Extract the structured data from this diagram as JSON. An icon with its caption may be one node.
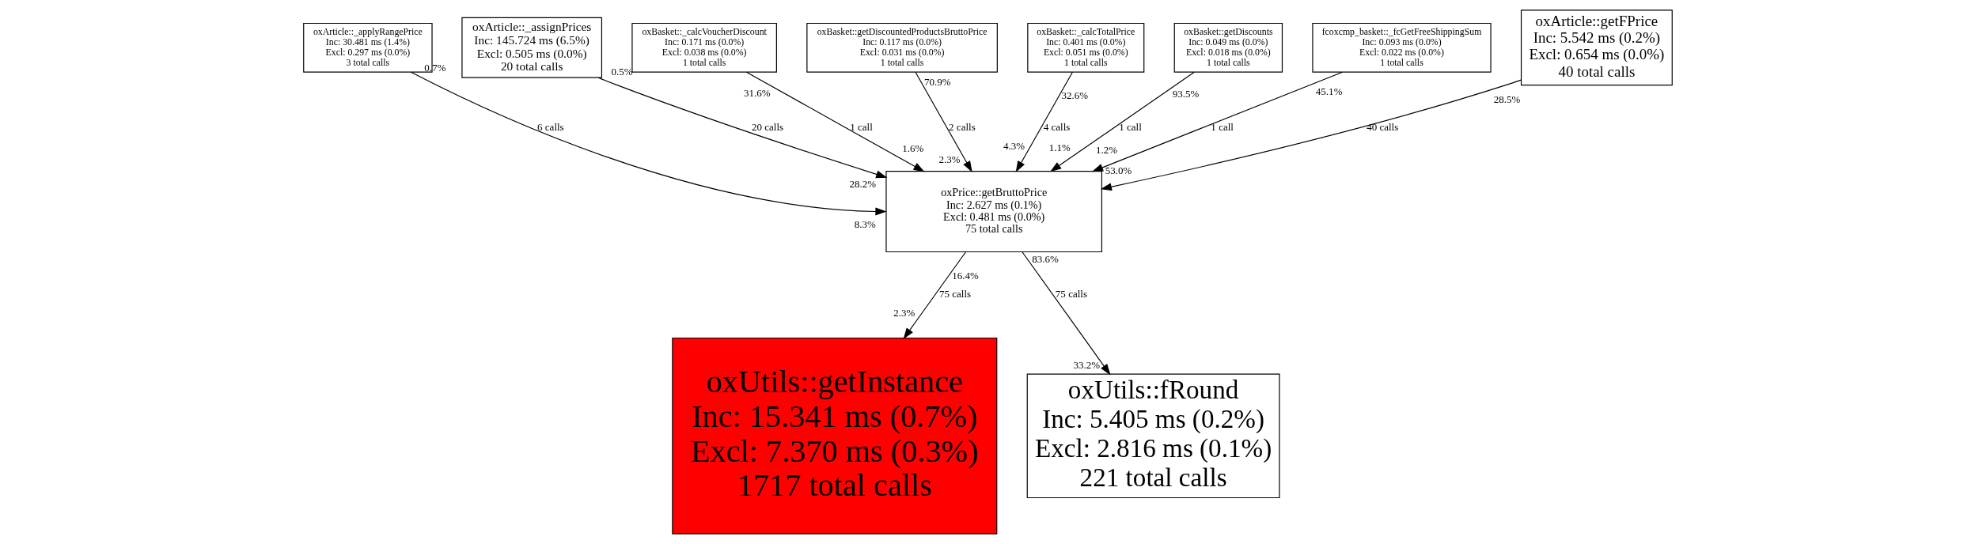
{
  "diagram": {
    "nodes": [
      {
        "text": [
          "oxArticle::_applyRangePrice",
          "Inc: 30.481 ms (1.4%)",
          "Excl: 0.297 ms (0.0%)",
          "3 total calls"
        ]
      },
      {
        "text": [
          "oxArticle::_assignPrices",
          "Inc: 145.724 ms (6.5%)",
          "Excl: 0.505 ms (0.0%)",
          "20 total calls"
        ]
      },
      {
        "text": [
          "oxBasket::_calcVoucherDiscount",
          "Inc: 0.171 ms (0.0%)",
          "Excl: 0.038 ms (0.0%)",
          "1 total calls"
        ]
      },
      {
        "text": [
          "oxBasket::getDiscountedProductsBruttoPrice",
          "Inc: 0.117 ms (0.0%)",
          "Excl: 0.031 ms (0.0%)",
          "1 total calls"
        ]
      },
      {
        "text": [
          "oxBasket::_calcTotalPrice",
          "Inc: 0.401 ms (0.0%)",
          "Excl: 0.051 ms (0.0%)",
          "1 total calls"
        ]
      },
      {
        "text": [
          "oxBasket::getDiscounts",
          "Inc: 0.049 ms (0.0%)",
          "Excl: 0.018 ms (0.0%)",
          "1 total calls"
        ]
      },
      {
        "text": [
          "fcoxcmp_basket::_fcGetFreeShippingSum",
          "Inc: 0.093 ms (0.0%)",
          "Excl: 0.022 ms (0.0%)",
          "1 total calls"
        ]
      },
      {
        "text": [
          "oxArticle::getFPrice",
          "Inc: 5.542 ms (0.2%)",
          "Excl: 0.654 ms (0.0%)",
          "40 total calls"
        ]
      },
      {
        "text": [
          "oxPrice::getBruttoPrice",
          "Inc: 2.627 ms (0.1%)",
          "Excl: 0.481 ms (0.0%)",
          "75 total calls"
        ]
      },
      {
        "text": [
          "oxUtils::getInstance",
          "Inc: 15.341 ms (0.7%)",
          "Excl: 7.370 ms (0.3%)",
          "1717 total calls"
        ]
      },
      {
        "text": [
          "oxUtils::fRound",
          "Inc: 5.405 ms (0.2%)",
          "Excl: 2.816 ms (0.1%)",
          "221 total calls"
        ]
      }
    ],
    "edges": [
      {
        "from": 0,
        "to": 8,
        "arrow": "to",
        "label": "6 calls"
      },
      {
        "from": 1,
        "to": 8,
        "arrow": "to",
        "label": "20 calls"
      },
      {
        "from": 2,
        "to": 8,
        "arrow": "to",
        "label": "1 call"
      },
      {
        "from": 3,
        "to": 8,
        "arrow": "to",
        "label": "2 calls"
      },
      {
        "from": 4,
        "to": 8,
        "arrow": "to",
        "label": "4 calls"
      },
      {
        "from": 5,
        "to": 8,
        "arrow": "to",
        "label": "1 call"
      },
      {
        "from": 6,
        "to": 8,
        "arrow": "to",
        "label": "1 call"
      },
      {
        "from": 7,
        "to": 8,
        "arrow": "to",
        "label": "40 calls"
      },
      {
        "from": 8,
        "to": 9,
        "arrow": "to",
        "label": "75 calls"
      },
      {
        "from": 8,
        "to": 10,
        "arrow": "to",
        "label": "75 calls"
      }
    ],
    "labels": [
      "0.7%",
      "8.3%",
      "0.5%",
      "28.2%",
      "31.6%",
      "1.6%",
      "70.9%",
      "2.3%",
      "32.6%",
      "4.3%",
      "93.5%",
      "1.1%",
      "45.1%",
      "1.2%",
      "28.5%",
      "53.0%",
      "16.4%",
      "2.3%",
      "83.6%",
      "33.2%"
    ]
  }
}
